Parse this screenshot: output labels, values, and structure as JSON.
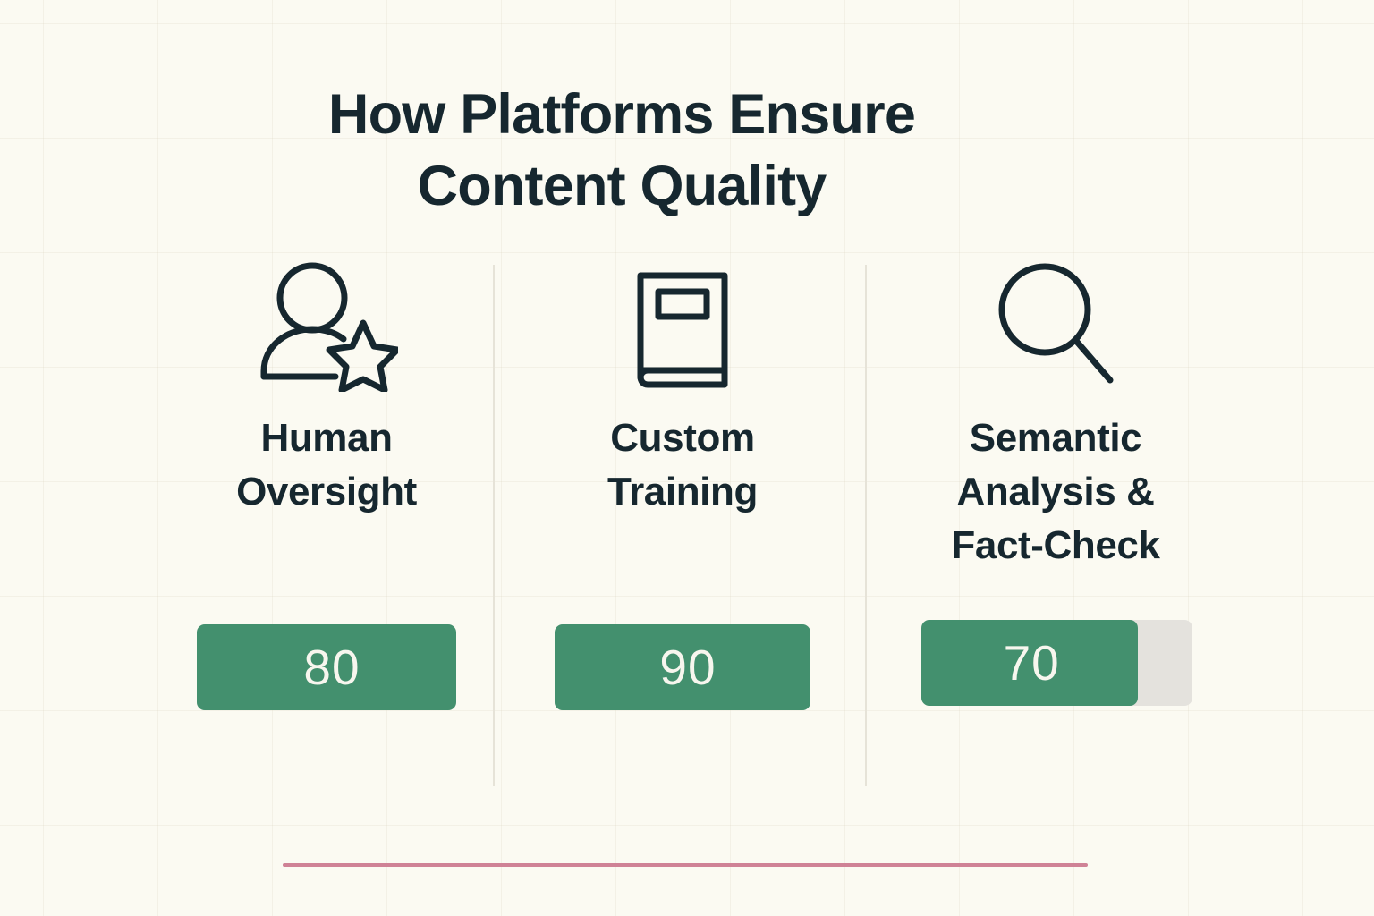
{
  "title": "How Platforms Ensure\nContent Quality",
  "theme": {
    "background": "#fbfaf2",
    "text_dark": "#16272f",
    "bar_fill": "#43906e",
    "bar_track": "#e4e2dd",
    "bar_value_text": "#f7f6ee",
    "divider": "#e6e3d8",
    "accent": "#cf8296"
  },
  "columns": [
    {
      "icon": "person-star-icon",
      "label": "Human\nOversight",
      "value": "80",
      "max": "100"
    },
    {
      "icon": "book-icon",
      "label": "Custom\nTraining",
      "value": "90",
      "max": "100"
    },
    {
      "icon": "magnifier-icon",
      "label": "Semantic\nAnalysis &\nFact-Check",
      "value": "70",
      "max": "100"
    }
  ],
  "chart_data": {
    "type": "bar",
    "title": "How Platforms Ensure Content Quality",
    "categories": [
      "Human Oversight",
      "Custom Training",
      "Semantic Analysis & Fact-Check"
    ],
    "values": [
      80,
      90,
      70
    ],
    "xlabel": "",
    "ylabel": "",
    "ylim": [
      0,
      100
    ],
    "orientation": "horizontal",
    "grid": false,
    "legend": "none",
    "data_labels": [
      "80",
      "90",
      "70"
    ]
  }
}
